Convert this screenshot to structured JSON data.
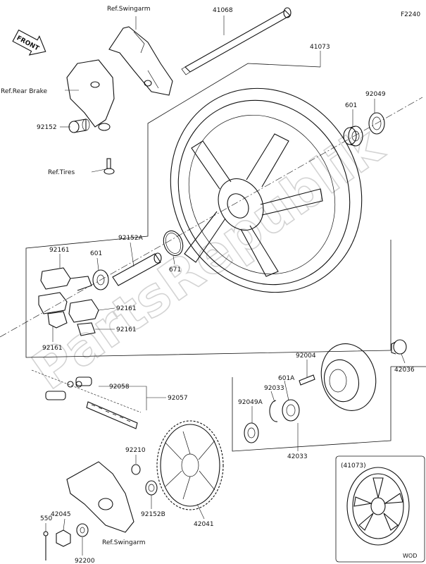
{
  "figure_code": "F2240",
  "front_label": "FRONT",
  "watermark": "PartsRepublik",
  "inset": {
    "title": "(41073)",
    "tag": "WOD"
  },
  "labels": {
    "ref_swingarm_top": "Ref.Swingarm",
    "p41068": "41068",
    "p41073": "41073",
    "ref_rear_brake": "Ref.Rear Brake",
    "p92152": "92152",
    "ref_tires": "Ref.Tires",
    "p601_top": "601",
    "p92049": "92049",
    "p92161_a": "92161",
    "p601_left": "601",
    "p92152A": "92152A",
    "p671": "671",
    "p92161_b": "92161",
    "p92161_c": "92161",
    "p92161_d": "92161",
    "p92004": "92004",
    "p42036": "42036",
    "p92058": "92058",
    "p92057": "92057",
    "p92033": "92033",
    "p601A": "601A",
    "p92049A": "92049A",
    "p42033": "42033",
    "p92210": "92210",
    "p92152B": "92152B",
    "p42041": "42041",
    "p42045": "42045",
    "p550": "550",
    "ref_swingarm_bottom": "Ref.Swingarm",
    "p92200": "92200"
  }
}
